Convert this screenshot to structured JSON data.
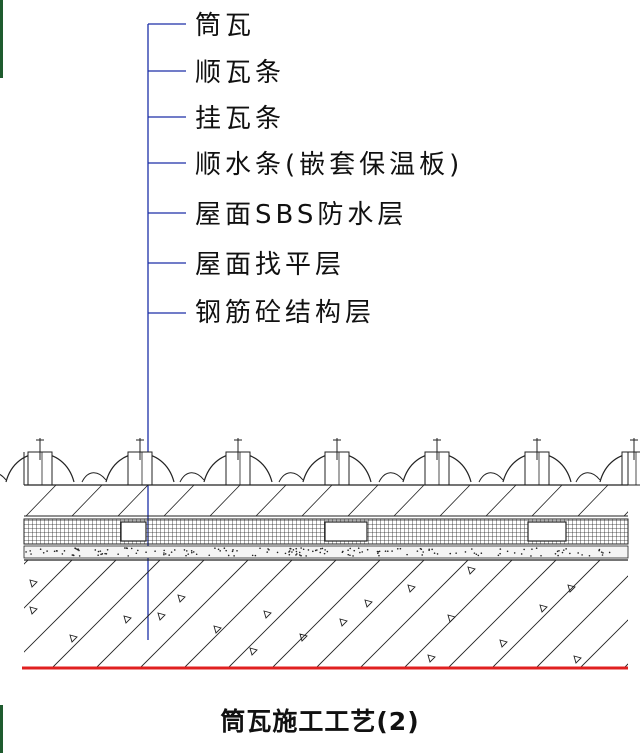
{
  "layers": [
    {
      "label": "筒瓦"
    },
    {
      "label": "顺瓦条"
    },
    {
      "label": "挂瓦条"
    },
    {
      "label": "顺水条(嵌套保温板)"
    },
    {
      "label": "屋面SBS防水层"
    },
    {
      "label": "屋面找平层"
    },
    {
      "label": "钢筋砼结构层"
    }
  ],
  "caption": "筒瓦施工工艺(2)",
  "colors": {
    "leader": "#1c2fa8",
    "text": "#111111",
    "ground_line": "#e02020",
    "hatch": "#222222",
    "edge_mark": "#1e5b2e"
  }
}
